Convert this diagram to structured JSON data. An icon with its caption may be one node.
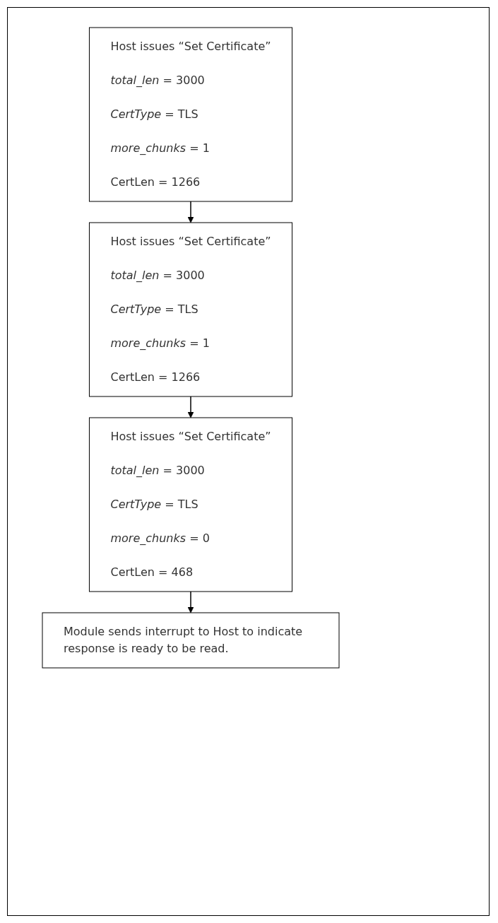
{
  "diagram": {
    "nodes": [
      {
        "text": [
          "Host issues “Set Certificate”",
          "*total_len* = 3000",
          "*CertType* = TLS",
          "*more_chunks* = 1",
          "CertLen = 1266"
        ]
      },
      {
        "text": [
          "Host issues “Set Certificate”",
          "*total_len* = 3000",
          "*CertType* = TLS",
          "*more_chunks* = 1",
          "CertLen = 1266"
        ]
      },
      {
        "text": [
          "Host issues “Set Certificate”",
          "*total_len* = 3000",
          "*CertType* = TLS",
          "*more_chunks* = 0",
          "CertLen = 468"
        ]
      },
      {
        "text": [
          "Module sends interrupt to Host to indicate response is ready to be read."
        ]
      }
    ],
    "edges": [
      {
        "from": 0,
        "to": 1,
        "arrow": "to"
      },
      {
        "from": 1,
        "to": 2,
        "arrow": "to"
      },
      {
        "from": 2,
        "to": 3,
        "arrow": "to"
      }
    ]
  }
}
